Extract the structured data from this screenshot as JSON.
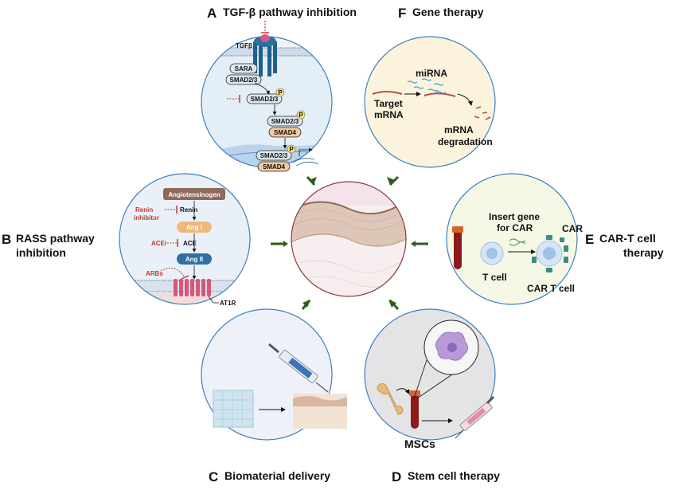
{
  "panels": {
    "a": {
      "letter": "A",
      "title": "TGF-β pathway inhibition",
      "labels": {
        "tgfb": "TGFβ",
        "sara": "SARA",
        "smad23_1": "SMAD2/3",
        "smad23_2": "SMAD2/3",
        "smad23_3": "SMAD2/3",
        "smad4_1": "SMAD4",
        "smad23_4": "SMAD2/3",
        "smad4_2": "SMAD4",
        "p": "P"
      }
    },
    "b": {
      "letter": "B",
      "title_line1": "RASS pathway",
      "title_line2": "inhibition",
      "labels": {
        "angiotensinogen": "Angiotensinogen",
        "renin": "Renin",
        "renin_inhibitor_1": "Renin",
        "renin_inhibitor_2": "inhibitor",
        "ang1": "Ang I",
        "acei": "ACEi",
        "ace": "ACE",
        "ang2": "Ang II",
        "arbs": "ARBs",
        "at1r": "AT1R"
      }
    },
    "c": {
      "letter": "C",
      "title": "Biomaterial delivery"
    },
    "d": {
      "letter": "D",
      "title": "Stem cell therapy",
      "labels": {
        "mscs": "MSCs"
      }
    },
    "e": {
      "letter": "E",
      "title_line1": "CAR-T cell",
      "title_line2": "therapy",
      "labels": {
        "insert_1": "Insert gene",
        "insert_2": "for CAR",
        "car": "CAR",
        "tcell": "T cell",
        "cartcell": "CAR T cell"
      }
    },
    "f": {
      "letter": "F",
      "title": "Gene therapy",
      "labels": {
        "mirna": "miRNA",
        "target_1": "Target",
        "target_2": "mRNA",
        "degr_1": "mRNA",
        "degr_2": "degradation"
      }
    }
  },
  "colors": {
    "circle_border": "#3c7fbf",
    "arrow": "#2e5e1e",
    "red": "#c0392b",
    "tissue_border": "#8b3a3a"
  }
}
